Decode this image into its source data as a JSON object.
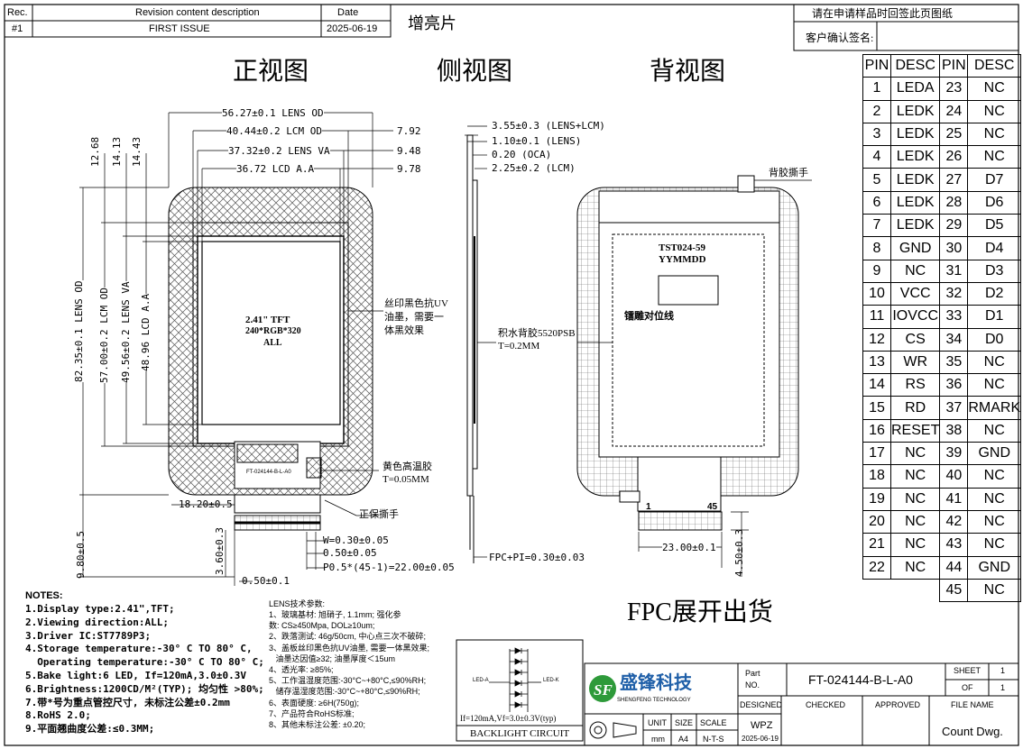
{
  "revision": {
    "h_rec": "Rec.",
    "h_desc": "Revision content description",
    "h_date": "Date",
    "rec": "#1",
    "desc": "FIRST ISSUE",
    "date": "2025-06-19"
  },
  "note_title": "增亮片",
  "confirm": {
    "line1": "请在申请样品时回签此页图纸",
    "line2": "客户确认签名:"
  },
  "views": {
    "front": "正视图",
    "side": "侧视图",
    "back": "背视图",
    "fpc": "FPC展开出货"
  },
  "front_dims": {
    "lens_od": "56.27±0.1 LENS OD",
    "lcm_od": "40.44±0.2 LCM OD",
    "lens_va": "37.32±0.2 LENS VA",
    "lcd_aa": "36.72 LCD A.A",
    "r1": "7.92",
    "r2": "9.48",
    "r3": "9.78",
    "v1": "12.68",
    "v2": "14.13",
    "v3": "14.43",
    "h_lens_od": "82.35±0.1 LENS OD",
    "h_lcm_od": "57.00±0.2 LCM OD",
    "h_lens_va": "49.56±0.2 LENS VA",
    "h_lcd_aa": "48.96 LCD A.A",
    "center1": "2.41\" TFT",
    "center2": "240*RGB*320",
    "center3": "ALL",
    "fpc_label": "FT-024144-B-L-A0",
    "d_1820": "18.20±0.5",
    "d_980": "9.80±0.5",
    "d_360": "3.60±0.3",
    "d_050": "0.50±0.1",
    "w": "W=0.30±0.05",
    "w2": "0.50±0.05",
    "pitch": "P0.5*(45-1)=22.00±0.05"
  },
  "front_notes": {
    "silk1": "丝印黑色抗UV",
    "silk2": "油墨，需要一",
    "silk3": "体黑效果",
    "yellow1": "黄色高温胶",
    "yellow2": "T=0.05MM",
    "peel": "正保撕手"
  },
  "side_dims": {
    "a": "3.55±0.3 (LENS+LCM)",
    "b": "1.10±0.1 (LENS)",
    "c": "0.20 (OCA)",
    "d": "2.25±0.2 (LCM)",
    "tape1": "积水背胶5520PSB",
    "tape2": "T=0.2MM",
    "fpc": "FPC+PI=0.30±0.03"
  },
  "back_dims": {
    "peel": "背胶撕手",
    "model": "TST024-59",
    "date": "YYMMDD",
    "align": "镭雕对位线",
    "p1": "1",
    "p45": "45",
    "w": "23.00±0.1",
    "h": "4.50±0.3"
  },
  "pin_header": [
    "PIN",
    "DESC",
    "PIN",
    "DESC"
  ],
  "pins": [
    [
      "1",
      "LEDA",
      "23",
      "NC"
    ],
    [
      "2",
      "LEDK",
      "24",
      "NC"
    ],
    [
      "3",
      "LEDK",
      "25",
      "NC"
    ],
    [
      "4",
      "LEDK",
      "26",
      "NC"
    ],
    [
      "5",
      "LEDK",
      "27",
      "D7"
    ],
    [
      "6",
      "LEDK",
      "28",
      "D6"
    ],
    [
      "7",
      "LEDK",
      "29",
      "D5"
    ],
    [
      "8",
      "GND",
      "30",
      "D4"
    ],
    [
      "9",
      "NC",
      "31",
      "D3"
    ],
    [
      "10",
      "VCC",
      "32",
      "D2"
    ],
    [
      "11",
      "IOVCC",
      "33",
      "D1"
    ],
    [
      "12",
      "CS",
      "34",
      "D0"
    ],
    [
      "13",
      "WR",
      "35",
      "NC"
    ],
    [
      "14",
      "RS",
      "36",
      "NC"
    ],
    [
      "15",
      "RD",
      "37",
      "RMARK"
    ],
    [
      "16",
      "RESET",
      "38",
      "NC"
    ],
    [
      "17",
      "NC",
      "39",
      "GND"
    ],
    [
      "18",
      "NC",
      "40",
      "NC"
    ],
    [
      "19",
      "NC",
      "41",
      "NC"
    ],
    [
      "20",
      "NC",
      "42",
      "NC"
    ],
    [
      "21",
      "NC",
      "43",
      "NC"
    ],
    [
      "22",
      "NC",
      "44",
      "GND"
    ],
    [
      "",
      "",
      "45",
      "NC"
    ]
  ],
  "notes": {
    "title": "NOTES:",
    "items": [
      "1.Display type:2.41\",TFT;",
      "2.Viewing direction:ALL;",
      "3.Driver IC:ST7789P3;",
      "4.Storage temperature:-30° C TO 80° C,",
      "  Operating temperature:-30° C TO 80° C;",
      "5.Bake light:6 LED, If=120mA,3.0±0.3V",
      "6.Brightness:1200CD/M²(TYP); 均匀性 >80%;",
      "7.带*号为重点管控尺寸, 未标注公差±0.2mm",
      "8.RoHS 2.0;",
      "9.平面翘曲度公差:≤0.3MM;"
    ]
  },
  "lens": {
    "title": "LENS技术参数:",
    "items": [
      "1、玻璃基材: 旭硝子, 1.1mm; 强化参",
      "数: CS≥450Mpa, DOL≥10um;",
      "2、跌落测试: 46g/50cm, 中心点三次不破碎;",
      "3、盖板丝印黑色抗UV油墨, 需要一体黑效果;",
      "   油墨达因值≥32; 油墨厚度＜15um",
      "4、透光率: ≥85%;",
      "5、工作温湿度范围:-30°C~+80°C,≤90%RH;",
      "   储存温湿度范围:-30°C~+80°C,≤90%RH;",
      "6、表面硬度: ≥6H(750g);",
      "7、产品符合RoHS标准;",
      "8、其他未标注公差: ±0.20;"
    ]
  },
  "backlight": {
    "leda": "LED-A",
    "ledk": "LED-K",
    "spec": "If=120mA,Vf=3.0±0.3V(typ)",
    "title": "BACKLIGHT CIRCUIT"
  },
  "titleblock": {
    "company": "盛锋科技",
    "company_en": "SHENGFENG TECHNOLOGY",
    "part": "Part",
    "no": "NO.",
    "part_no": "FT-024144-B-L-A0",
    "sheet": "SHEET",
    "sheet_v": "1",
    "of": "OF",
    "of_v": "1",
    "designed": "DESIGNED",
    "checked": "CHECKED",
    "approved": "APPROVED",
    "file_name": "FILE NAME",
    "unit": "UNIT",
    "unit_v": "mm",
    "size": "SIZE",
    "size_v": "A4",
    "scale": "SCALE",
    "scale_v": "N-T-S",
    "designer": "WPZ",
    "design_date": "2025-06-19",
    "file": "Count Dwg."
  },
  "colors": {
    "line": "#000000",
    "hatch": "#555555",
    "logo_green": "#2e9a3a",
    "logo_blue": "#1f5fa8"
  }
}
